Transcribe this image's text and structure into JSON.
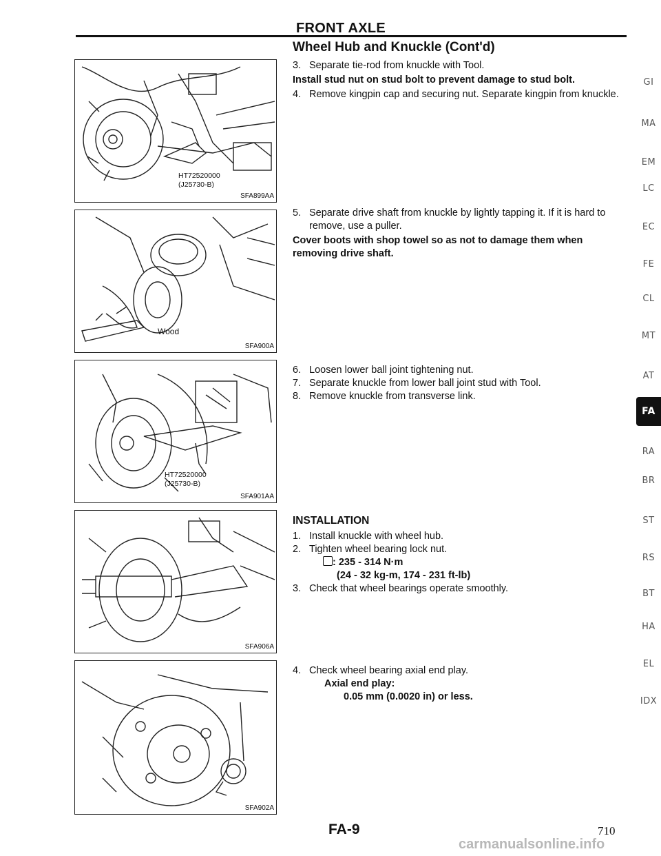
{
  "header": {
    "title": "FRONT AXLE",
    "section": "Wheel Hub and Knuckle (Cont'd)"
  },
  "blocks": {
    "b1": {
      "s3": {
        "num": "3.",
        "text": "Separate tie-rod from knuckle with Tool."
      },
      "note": "Install stud nut on stud bolt to prevent damage to stud bolt.",
      "s4": {
        "num": "4.",
        "text": "Remove kingpin cap and securing nut. Separate kingpin from knuckle."
      }
    },
    "b2": {
      "s5": {
        "num": "5.",
        "text": "Separate drive shaft from knuckle by lightly tapping it. If it is hard to remove, use a puller."
      },
      "note": "Cover boots with shop towel so as not to damage them when removing drive shaft."
    },
    "b3": {
      "s6": {
        "num": "6.",
        "text": "Loosen lower ball joint tightening nut."
      },
      "s7": {
        "num": "7.",
        "text": "Separate knuckle from lower ball joint stud with Tool."
      },
      "s8": {
        "num": "8.",
        "text": "Remove knuckle from transverse link."
      }
    },
    "install": {
      "heading": "INSTALLATION",
      "s1": {
        "num": "1.",
        "text": "Install knuckle with wheel hub."
      },
      "s2": {
        "num": "2.",
        "text": "Tighten wheel bearing lock nut."
      },
      "torque": ": 235 - 314 N·m",
      "torque2": "(24 - 32 kg-m, 174 - 231 ft-lb)",
      "s3": {
        "num": "3.",
        "text": "Check that wheel bearings operate smoothly."
      }
    },
    "b5": {
      "s4": {
        "num": "4.",
        "text": "Check wheel bearing axial end play."
      },
      "spec_label": "Axial end play:",
      "spec_value": "0.05 mm (0.0020 in) or less."
    }
  },
  "figures": {
    "f1": {
      "code": "SFA899AA",
      "tool1": "HT72520000",
      "tool2": "(J25730-B)"
    },
    "f2": {
      "code": "SFA900A",
      "label": "Wood"
    },
    "f3": {
      "code": "SFA901AA",
      "tool1": "HT72520000",
      "tool2": "(J25730-B)"
    },
    "f4": {
      "code": "SFA906A"
    },
    "f5": {
      "code": "SFA902A"
    }
  },
  "side_tabs": [
    "GI",
    "MA",
    "EM",
    "LC",
    "EC",
    "FE",
    "CL",
    "MT",
    "AT",
    "FA",
    "RA",
    "BR",
    "ST",
    "RS",
    "BT",
    "HA",
    "EL",
    "IDX"
  ],
  "active_tab": "FA",
  "footer": {
    "label": "FA-9",
    "page": "710",
    "watermark": "carmanualsonline.info"
  }
}
